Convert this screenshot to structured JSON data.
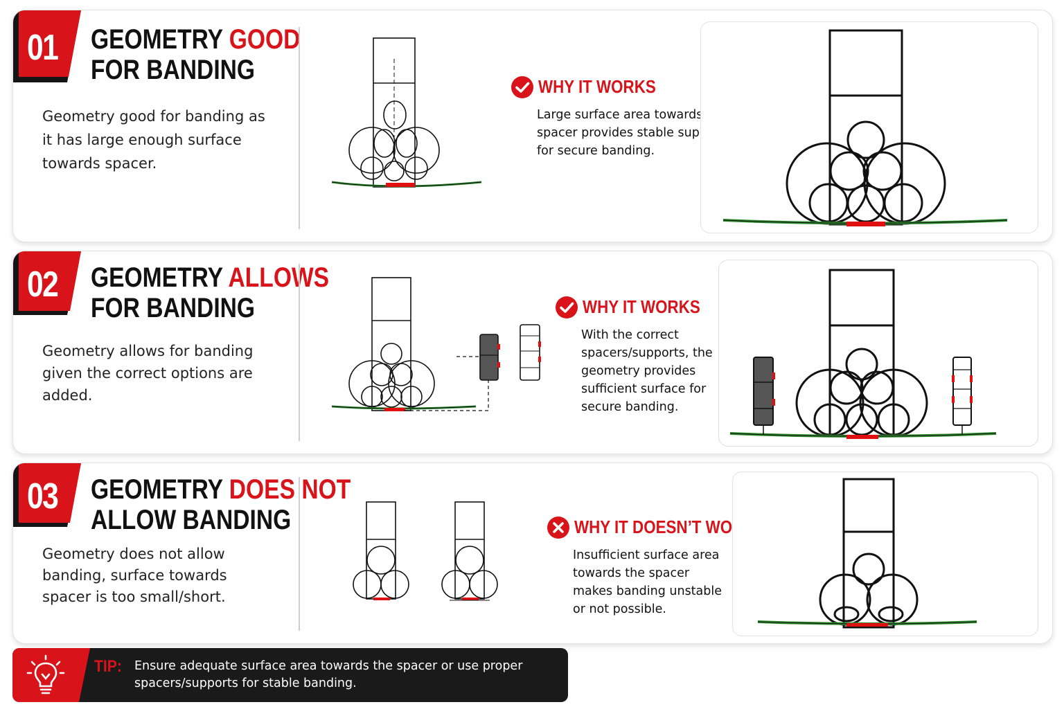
{
  "colors": {
    "accent_red": "#d9131a",
    "dark": "#1a1a1a",
    "green_line": "#2e8b2e",
    "spacer_red": "#e01010"
  },
  "sections": [
    {
      "number": "01",
      "heading_plain": "GEOMETRY ",
      "heading_accent": "GOOD",
      "heading_line2": "FOR BANDING",
      "description": "Geometry good for banding as it has large enough surface towards spacer.",
      "status": "works",
      "status_icon": "check-circle-icon",
      "status_title": "WHY IT WORKS",
      "status_text": "Large surface area towards the spacer provides stable support for secure banding."
    },
    {
      "number": "02",
      "heading_plain": "GEOMETRY ",
      "heading_accent": "ALLOWS",
      "heading_line2": "FOR BANDING",
      "description": "Geometry allows for banding given the correct options are added.",
      "status": "works",
      "status_icon": "check-circle-icon",
      "status_title": "WHY IT WORKS",
      "status_text": "With the correct spacers/supports, the geometry provides sufficient surface for secure banding."
    },
    {
      "number": "03",
      "heading_plain": "GEOMETRY ",
      "heading_accent": "DOES NOT",
      "heading_line2": "ALLOW BANDING",
      "description": "Geometry does not allow banding, surface towards spacer is too small/short.",
      "status": "fails",
      "status_icon": "x-circle-icon",
      "status_title": "WHY IT DOESN’T WORK",
      "status_text": "Insufficient surface area towards the spacer makes banding unstable or not possible."
    }
  ],
  "tip": {
    "icon": "lightbulb-icon",
    "label": "TIP:",
    "text": "Ensure adequate surface area towards the spacer or use proper spacers/supports for stable banding."
  }
}
